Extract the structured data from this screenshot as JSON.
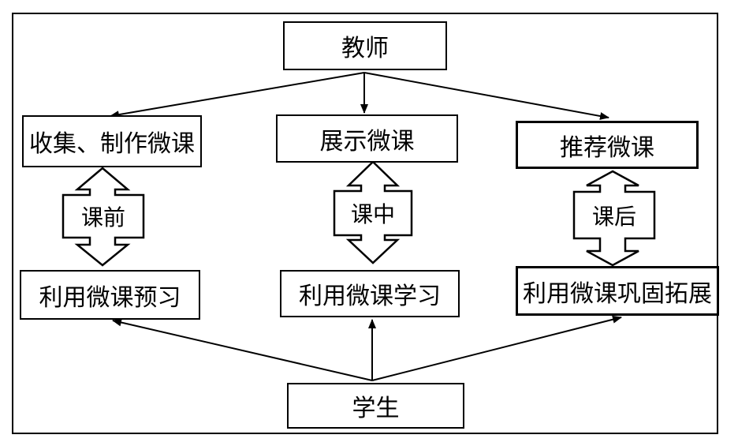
{
  "nodes": {
    "teacher": "教师",
    "collect": "收集、制作微课",
    "show": "展示微课",
    "recommend": "推荐微课",
    "preview": "利用微课预习",
    "learn": "利用微课学习",
    "consolidate": "利用微课巩固拓展",
    "student": "学生"
  },
  "phases": {
    "before": "课前",
    "during": "课中",
    "after": "课后"
  }
}
